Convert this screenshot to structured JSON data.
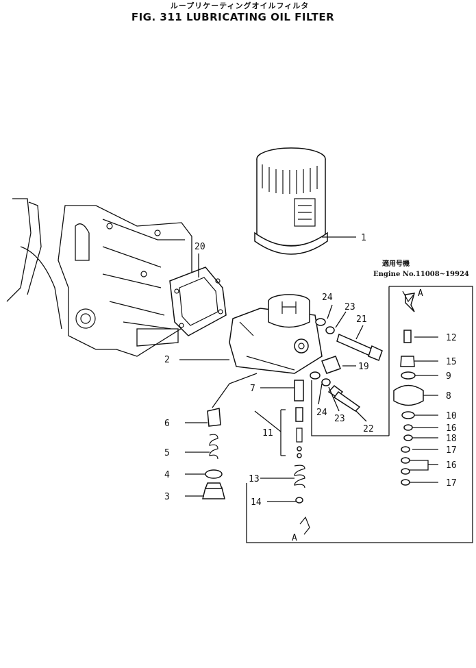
{
  "header": {
    "title_jp": "ループリケーティングオイルフィルタ",
    "title_en": "FIG. 311  LUBRICATING OIL FILTER"
  },
  "applicability": {
    "label_jp": "適用号機",
    "serial": "Engine No.11008~19924"
  },
  "section_marker": "A",
  "parts": [
    {
      "no": "1"
    },
    {
      "no": "2"
    },
    {
      "no": "3"
    },
    {
      "no": "4"
    },
    {
      "no": "5"
    },
    {
      "no": "6"
    },
    {
      "no": "7"
    },
    {
      "no": "8"
    },
    {
      "no": "9"
    },
    {
      "no": "10"
    },
    {
      "no": "11"
    },
    {
      "no": "12"
    },
    {
      "no": "13"
    },
    {
      "no": "14"
    },
    {
      "no": "15"
    },
    {
      "no": "16"
    },
    {
      "no": "17"
    },
    {
      "no": "18"
    },
    {
      "no": "19"
    },
    {
      "no": "20"
    },
    {
      "no": "21"
    },
    {
      "no": "22"
    },
    {
      "no": "23"
    },
    {
      "no": "24"
    }
  ]
}
